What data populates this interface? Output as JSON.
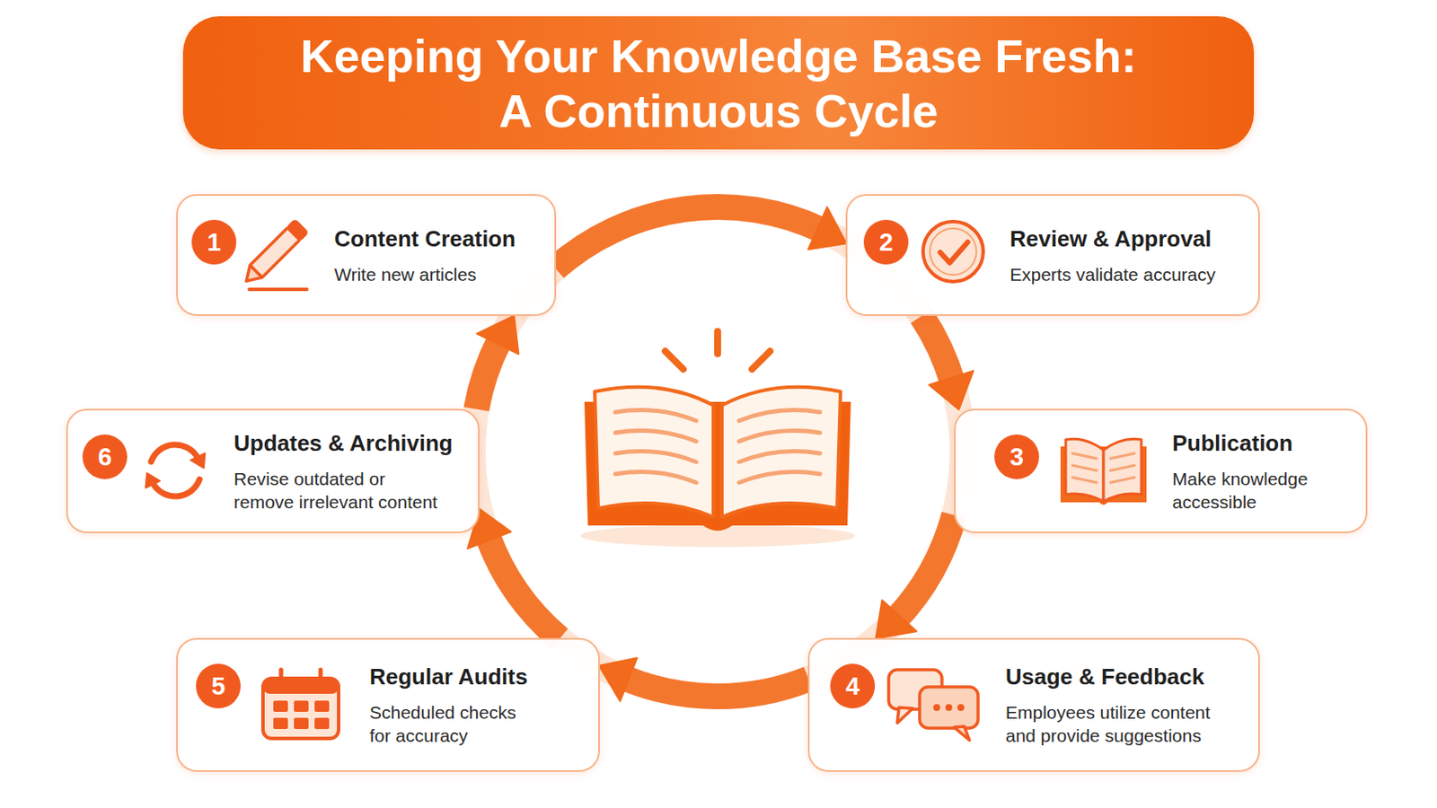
{
  "diagram": {
    "title": "Keeping Your Knowledge Base Fresh: A Continuous Cycle",
    "nodes": [
      {
        "text": [
          "1",
          "Content Creation",
          "Write new articles"
        ]
      },
      {
        "text": [
          "2",
          "Review & Approval",
          "Experts validate accuracy"
        ]
      },
      {
        "text": [
          "3",
          "Publication",
          "Make knowledge accessible"
        ]
      },
      {
        "text": [
          "4",
          "Usage & Feedback",
          "Employees utilize content and provide suggestions"
        ]
      },
      {
        "text": [
          "5",
          "Regular Audits",
          "Scheduled checks for accuracy"
        ]
      },
      {
        "text": [
          "6",
          "Updates & Archiving",
          "Revise outdated or remove irrelevant content"
        ]
      }
    ],
    "edges": [
      {
        "from": 0,
        "to": 1,
        "arrow": "to"
      },
      {
        "from": 1,
        "to": 2,
        "arrow": "to"
      },
      {
        "from": 2,
        "to": 3,
        "arrow": "to"
      },
      {
        "from": 3,
        "to": 4,
        "arrow": "to"
      },
      {
        "from": 4,
        "to": 5,
        "arrow": "to"
      },
      {
        "from": 5,
        "to": 0,
        "arrow": "to"
      }
    ]
  }
}
